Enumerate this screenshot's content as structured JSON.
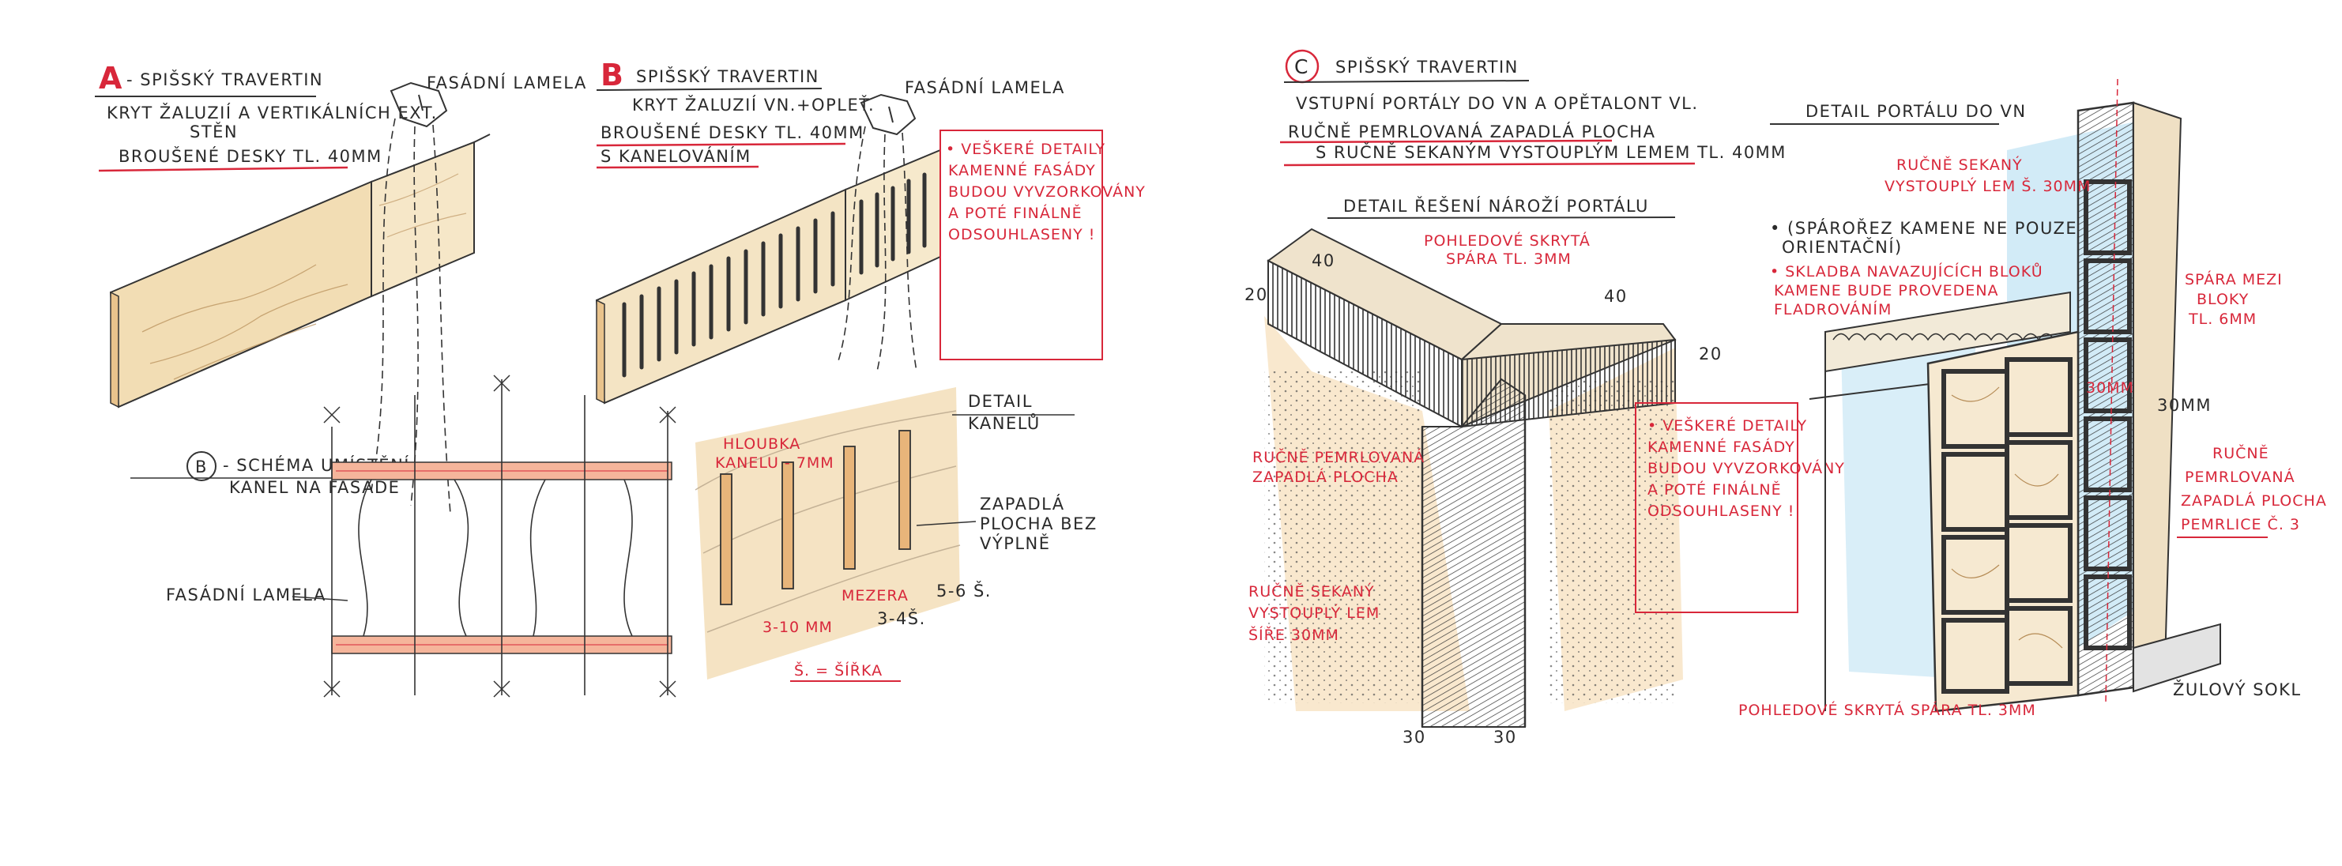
{
  "colors": {
    "ink": "#2a2a2a",
    "red_annotation": "#d8273a",
    "travertine_wash": "#f1d9b0",
    "sky_wash": "#bfe3f3"
  },
  "section_a": {
    "letter": "A",
    "title": "- SPIŠSKÝ TRAVERTIN",
    "line1": "KRYT ŽALUZIÍ A VERTIKÁLNÍCH EXT.",
    "line2": "STĚN",
    "line3": "BROUŠENÉ DESKY TL. 40MM",
    "lamela_label": "FASÁDNÍ LAMELA"
  },
  "section_b": {
    "letter": "B",
    "title": "SPIŠSKÝ TRAVERTIN",
    "line1": "KRYT ŽALUZIÍ VN.+OPLEŤ.",
    "line2": "BROUŠENÉ DESKY TL. 40MM",
    "line3": "S KANELOVÁNÍM",
    "lamela_label": "FASÁDNÍ LAMELA",
    "note": [
      "• VEŠKERÉ DETAILY",
      "KAMENNÉ FASÁDY",
      "BUDOU VYVZORKOVÁNY",
      "A POTÉ FINÁLNĚ",
      "ODSOUHLASENY !"
    ]
  },
  "schema_b": {
    "circle_letter": "B",
    "title": "- SCHÉMA UMÍSTĚNÍ",
    "title2": "KANEL NA FASÁDĚ",
    "lamela_label": "FASÁDNÍ LAMELA"
  },
  "detail_kanelu": {
    "title1": "DETAIL",
    "title2": "KANELŮ",
    "depth_label": [
      "HLOUBKA",
      "KANELU - 7MM"
    ],
    "fill_label": [
      "ZAPADLÁ",
      "PLOCHA BEZ",
      "VÝPLNĚ"
    ],
    "dim_width": "3-10 MM",
    "dim_gap": "MEZERA",
    "dim_gap_val": "3-4Š.",
    "dim_right": "5-6 Š.",
    "legend": "Š. = ŠÍŘKA"
  },
  "section_c": {
    "letter": "C",
    "title": "SPIŠSKÝ TRAVERTIN",
    "line1": "VSTUPNÍ PORTÁLY DO VN A OPĚTALONT VL.",
    "line2": "RUČNĚ PEMRLOVANÁ ZAPADLÁ PLOCHA",
    "line3": "S RUČNĚ SEKANÝM VYSTOUPLÝM LEMEM TL. 40MM",
    "corner_title": "DETAIL ŘEŠENÍ NÁROŽÍ PORTÁLU",
    "joint_label": [
      "POHLEDOVÉ SKRYTÁ",
      "SPÁRA TL. 3MM"
    ],
    "pemrl_label": [
      "RUČNĚ PEMRLOVANÁ",
      "ZAPADLÁ PLOCHA"
    ],
    "sekany_label": [
      "RUČNĚ SEKANÝ",
      "VYSTOUPLÝ LEM",
      "ŠÍŘE 30MM"
    ],
    "note": [
      "• VEŠKERÉ DETAILY",
      "KAMENNÉ FASÁDY",
      "BUDOU VYVZORKOVÁNY",
      "A POTÉ FINÁLNĚ",
      "ODSOUHLASENY !"
    ],
    "dims": {
      "d40a": "40",
      "d40b": "40",
      "d20a": "20",
      "d20b": "20",
      "d30a": "30",
      "d30b": "30"
    }
  },
  "detail_portalu": {
    "title": "DETAIL PORTÁLU DO VN",
    "sekane_label": [
      "RUČNĚ SEKANÝ",
      "VYSTOUPLÝ LEM Š. 30MM"
    ],
    "spara_note": [
      "• (SPÁROŘEZ KAMENE NE POUZE",
      "ORIENTAČNÍ)"
    ],
    "skladba_note": [
      "• SKLADBA NAVAZUJÍCÍCH BLOKŮ",
      "KAMENE BUDE PROVEDENA",
      "FLADROVÁNÍM"
    ],
    "spara_blok": [
      "SPÁRA MEZI",
      "BLOKY",
      "TL. 6MM"
    ],
    "dim_30a": "30MM",
    "dim_30b": "30MM",
    "pemrl_label": [
      "RUČNĚ",
      "PEMRLOVANÁ",
      "ZAPADLÁ PLOCHA",
      "PEMRLICE Č. 3"
    ],
    "joint_label": "POHLEDOVÉ SKRYTÁ SPÁRA TL. 3MM",
    "sokl_label": "ŽULOVÝ SOKL"
  }
}
